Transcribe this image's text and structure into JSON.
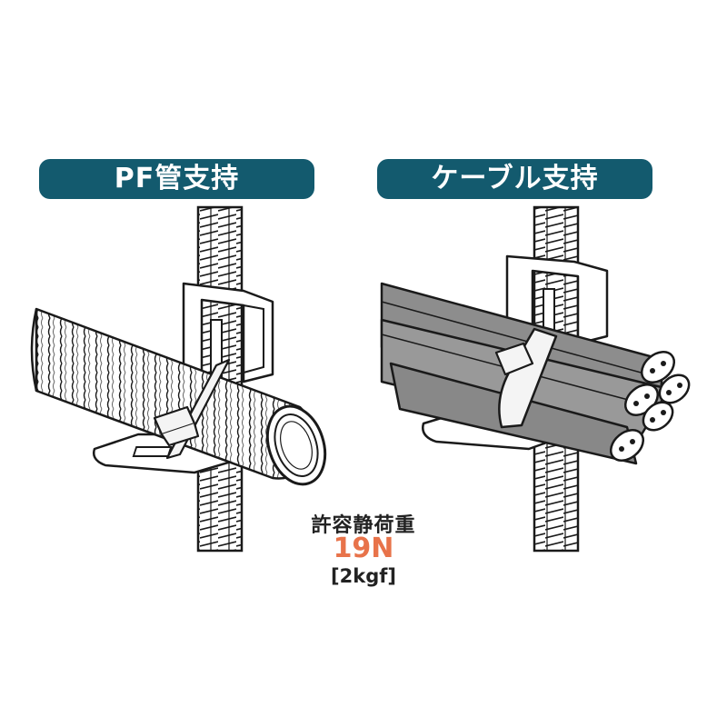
{
  "labels": {
    "left": "PF管支持",
    "right": "ケーブル支持"
  },
  "spec": {
    "title": "許容静荷重",
    "value": "19N",
    "unit": "[2kgf]"
  },
  "colors": {
    "label_bg": "#135a6e",
    "value": "#e8734a",
    "line": "#1a1a1a",
    "cable": "#8d8d8d",
    "tie": "#f4f4f4"
  },
  "icons": {
    "left": "pf-conduit-support-illustration",
    "right": "cable-bundle-support-illustration"
  }
}
